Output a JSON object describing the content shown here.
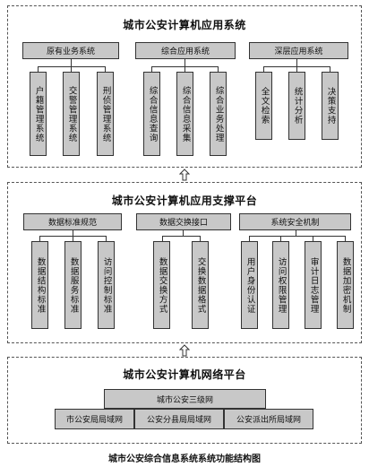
{
  "top": {
    "title": "城市公安计算机应用系统",
    "groups": [
      {
        "label": "原有业务系统",
        "items": [
          "户籍管理系统",
          "交警管理系统",
          "刑侦管理系统"
        ]
      },
      {
        "label": "综合应用系统",
        "items": [
          "综合信息查询",
          "综合信息采集",
          "综合业务处理"
        ]
      },
      {
        "label": "深层应用系统",
        "items": [
          "全文检索",
          "统计分析",
          "决策支持"
        ]
      }
    ]
  },
  "middle": {
    "title": "城市公安计算机应用支撑平台",
    "groups": [
      {
        "label": "数据标准规范",
        "items": [
          "数据结构标准",
          "数据服务标准",
          "访问控制标准"
        ]
      },
      {
        "label": "数据交换接口",
        "items": [
          "数据交换方式",
          "交换数据格式"
        ]
      },
      {
        "label": "系统安全机制",
        "items": [
          "用户身份认证",
          "访问权限管理",
          "审计日志管理",
          "数据加密机制"
        ]
      }
    ]
  },
  "bottom": {
    "title": "城市公安计算机网络平台",
    "top_box": "城市公安三级网",
    "boxes": [
      "市公安局局域网",
      "公安分县局局域网",
      "公安派出所局域网"
    ]
  },
  "caption": "城市公安综合信息系统系统功能结构图"
}
